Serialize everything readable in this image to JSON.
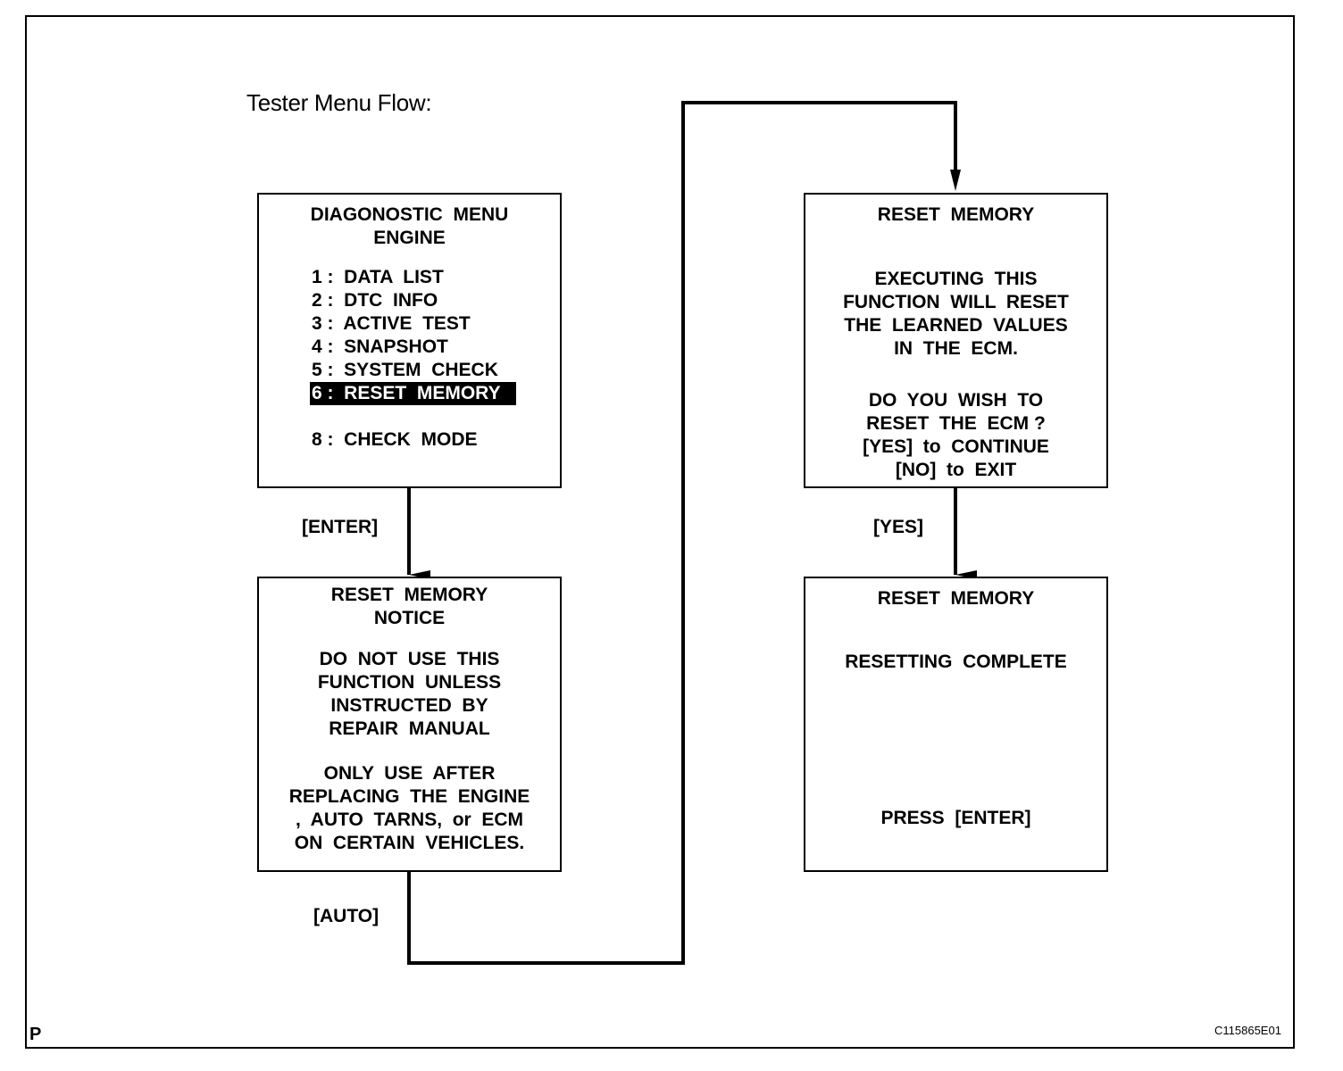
{
  "title": "Tester Menu Flow:",
  "boxes": {
    "diagnostic_menu": {
      "heading": [
        "DIAGONOSTIC  MENU",
        "ENGINE"
      ],
      "items": [
        {
          "label": "1 :  DATA  LIST",
          "selected": false
        },
        {
          "label": "2 :  DTC  INFO",
          "selected": false
        },
        {
          "label": "3 :  ACTIVE  TEST",
          "selected": false
        },
        {
          "label": "4 :  SNAPSHOT",
          "selected": false
        },
        {
          "label": "5 :  SYSTEM  CHECK",
          "selected": false
        },
        {
          "label": "6 :  RESET  MEMORY",
          "selected": true
        },
        {
          "label": "",
          "selected": false
        },
        {
          "label": "8 :  CHECK  MODE",
          "selected": false
        }
      ]
    },
    "reset_notice": {
      "lines": [
        "RESET  MEMORY",
        "NOTICE",
        "DO  NOT  USE  THIS",
        "FUNCTION  UNLESS",
        "INSTRUCTED  BY",
        "REPAIR  MANUAL",
        "ONLY  USE  AFTER",
        "REPLACING  THE  ENGINE",
        ",  AUTO  TARNS,  or  ECM",
        "ON  CERTAIN  VEHICLES."
      ]
    },
    "reset_confirm": {
      "lines": [
        "RESET  MEMORY",
        "EXECUTING  THIS",
        "FUNCTION  WILL  RESET",
        "THE  LEARNED  VALUES",
        "IN  THE  ECM.",
        "DO  YOU  WISH  TO",
        "RESET  THE  ECM ?",
        "[YES]  to  CONTINUE",
        "[NO]  to  EXIT"
      ]
    },
    "reset_complete": {
      "lines": [
        "RESET  MEMORY",
        "RESETTING  COMPLETE",
        "PRESS  [ENTER]"
      ]
    }
  },
  "edges": {
    "enter": "[ENTER]",
    "auto": "[AUTO]",
    "yes": "[YES]"
  },
  "footer": {
    "left_mark": "P",
    "figure_code": "C115865E01"
  }
}
